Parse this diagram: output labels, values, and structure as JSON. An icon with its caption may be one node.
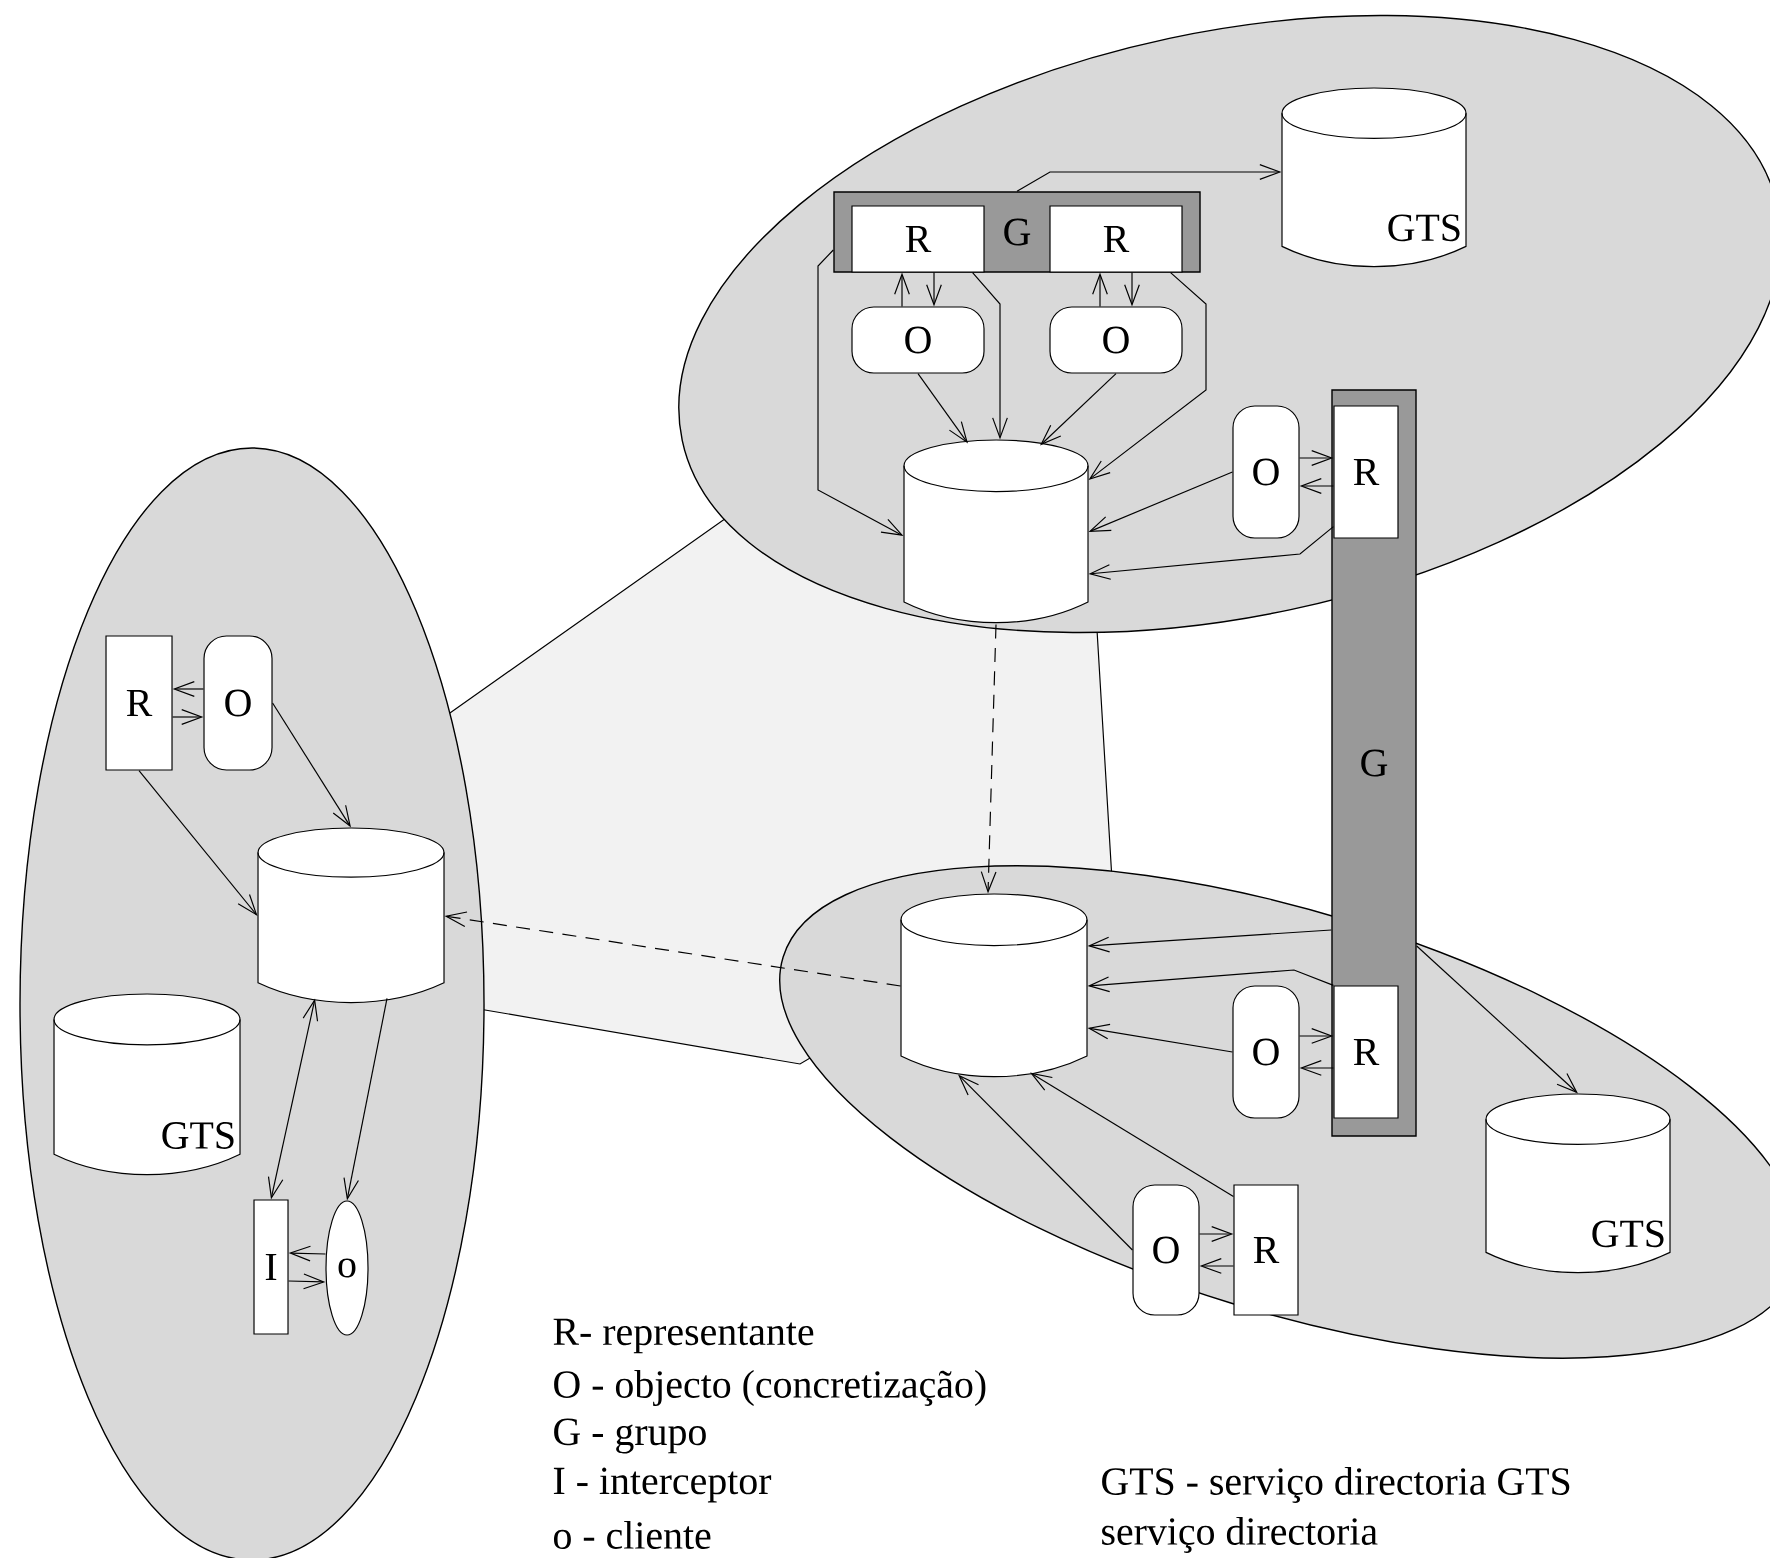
{
  "diagram": {
    "nodes": [
      {
        "text": [],
        "shape": "ellipse"
      },
      {
        "text": [],
        "shape": "ellipse"
      },
      {
        "text": [],
        "shape": "ellipse"
      },
      {
        "text": [
          "G"
        ],
        "in": 0
      },
      {
        "text": [
          "R"
        ],
        "in": 3
      },
      {
        "text": [
          "R"
        ],
        "in": 3
      },
      {
        "text": [
          "O"
        ],
        "in": 0
      },
      {
        "text": [
          "O"
        ],
        "in": 0
      },
      {
        "text": [
          "GTS"
        ],
        "in": 0
      },
      {
        "text": [],
        "shape": "cylinder",
        "in": 0
      },
      {
        "text": [
          "G"
        ]
      },
      {
        "text": [
          "R"
        ]
      },
      {
        "text": [
          "O"
        ],
        "in": 0
      },
      {
        "text": [],
        "shape": "cylinder",
        "in": 2
      },
      {
        "text": [
          "R"
        ]
      },
      {
        "text": [
          "O"
        ],
        "in": 2
      },
      {
        "text": [
          "GTS"
        ],
        "in": 2
      },
      {
        "text": [
          "O"
        ],
        "in": 2
      },
      {
        "text": [
          "R"
        ],
        "in": 2
      },
      {
        "text": [
          "R"
        ],
        "in": 1
      },
      {
        "text": [
          "O"
        ],
        "in": 1
      },
      {
        "text": [],
        "shape": "cylinder",
        "in": 1
      },
      {
        "text": [
          "GTS"
        ],
        "in": 1
      },
      {
        "text": [
          "I"
        ],
        "in": 1
      },
      {
        "text": [
          "o"
        ],
        "in": 1
      }
    ],
    "edges": [
      {
        "from": 3,
        "to": 8,
        "arrow": "to"
      },
      {
        "from": 6,
        "to": 4,
        "arrow": "to"
      },
      {
        "from": 4,
        "to": 6,
        "arrow": "to"
      },
      {
        "from": 7,
        "to": 5,
        "arrow": "to"
      },
      {
        "from": 5,
        "to": 7,
        "arrow": "to"
      },
      {
        "from": 6,
        "to": 9,
        "arrow": "to"
      },
      {
        "from": 4,
        "to": 9,
        "arrow": "to"
      },
      {
        "from": 7,
        "to": 9,
        "arrow": "to"
      },
      {
        "from": 5,
        "to": 9,
        "arrow": "to"
      },
      {
        "from": 3,
        "to": 9,
        "arrow": "to"
      },
      {
        "from": 12,
        "to": 11,
        "arrow": "to"
      },
      {
        "from": 11,
        "to": 12,
        "arrow": "to"
      },
      {
        "from": 12,
        "to": 9,
        "arrow": "to"
      },
      {
        "from": 11,
        "to": 9,
        "arrow": "to"
      },
      {
        "from": 9,
        "to": 13,
        "arrow": "to",
        "style": "dashed"
      },
      {
        "from": 13,
        "to": 21,
        "arrow": "to",
        "style": "dashed"
      },
      {
        "from": 10,
        "to": 13,
        "arrow": "to"
      },
      {
        "from": 14,
        "to": 13,
        "arrow": "to"
      },
      {
        "from": 15,
        "to": 13,
        "arrow": "to"
      },
      {
        "from": 15,
        "to": 14,
        "arrow": "to"
      },
      {
        "from": 14,
        "to": 15,
        "arrow": "to"
      },
      {
        "from": 10,
        "to": 16,
        "arrow": "to"
      },
      {
        "from": 17,
        "to": 13,
        "arrow": "to"
      },
      {
        "from": 18,
        "to": 13,
        "arrow": "to"
      },
      {
        "from": 17,
        "to": 18,
        "arrow": "to"
      },
      {
        "from": 18,
        "to": 17,
        "arrow": "to"
      },
      {
        "from": 20,
        "to": 19,
        "arrow": "to"
      },
      {
        "from": 19,
        "to": 20,
        "arrow": "to"
      },
      {
        "from": 20,
        "to": 21,
        "arrow": "to"
      },
      {
        "from": 19,
        "to": 21,
        "arrow": "to"
      },
      {
        "from": 21,
        "to": 23,
        "arrow": "both"
      },
      {
        "from": 21,
        "to": 24,
        "arrow": "to"
      },
      {
        "from": 24,
        "to": 23,
        "arrow": "to"
      },
      {
        "from": 23,
        "to": 24,
        "arrow": "to"
      }
    ],
    "labels": [
      "R- representante",
      "O - objecto (concretização)",
      "G - grupo",
      "I - interceptor",
      "o - cliente",
      "GTS - serviço directoria GTS",
      "serviço directoria"
    ]
  }
}
